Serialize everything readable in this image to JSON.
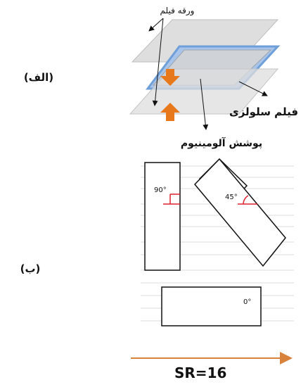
{
  "part_a": {
    "label": "(الف)",
    "film_sheet_label": "ورقه فیلم",
    "cellulose_film_label": "فیلم سلولزی",
    "aluminum_coating_label": "پوشش آلومینیوم"
  },
  "part_b": {
    "label": "(ب)",
    "angles": [
      "90°",
      "45°",
      "0°"
    ]
  },
  "sr_label": "SR=16",
  "colors": {
    "arrow_orange": "#e8781c",
    "film_blue": "#6f9fd8",
    "angle_red": "#e0202e",
    "axis_orange": "#d9823b"
  }
}
